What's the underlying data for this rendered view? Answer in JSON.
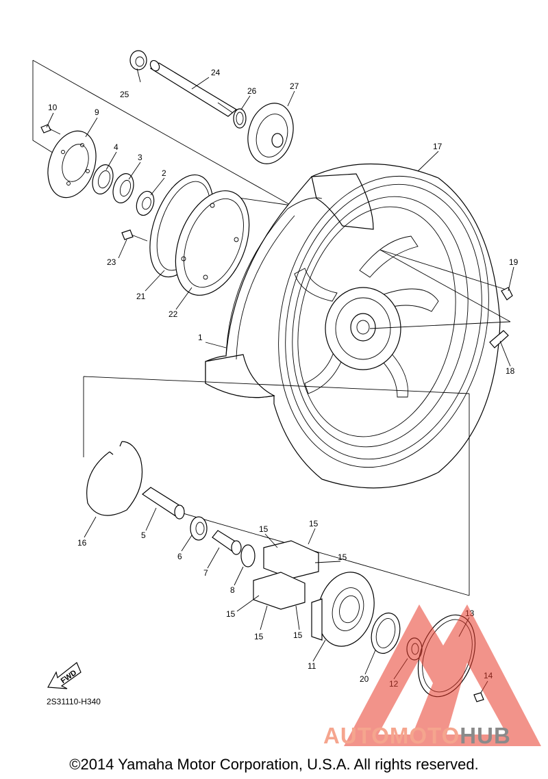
{
  "diagram": {
    "drawing_code": "2S31110-H340",
    "fwd_label": "FWD",
    "copyright": "©2014 Yamaha Motor Corporation, U.S.A. All rights reserved.",
    "watermark": {
      "auto": "AUTOMOTO",
      "hub": "HUB",
      "color_red": "#e83a2a",
      "color_gray": "#8a8a8a"
    },
    "callouts": [
      {
        "id": "c1",
        "label": "1"
      },
      {
        "id": "c2",
        "label": "2"
      },
      {
        "id": "c3",
        "label": "3"
      },
      {
        "id": "c4",
        "label": "4"
      },
      {
        "id": "c5",
        "label": "5"
      },
      {
        "id": "c6",
        "label": "6"
      },
      {
        "id": "c7",
        "label": "7"
      },
      {
        "id": "c8",
        "label": "8"
      },
      {
        "id": "c9",
        "label": "9"
      },
      {
        "id": "c10",
        "label": "10"
      },
      {
        "id": "c11",
        "label": "11"
      },
      {
        "id": "c12",
        "label": "12"
      },
      {
        "id": "c13",
        "label": "13"
      },
      {
        "id": "c14",
        "label": "14"
      },
      {
        "id": "c15a",
        "label": "15"
      },
      {
        "id": "c15b",
        "label": "15"
      },
      {
        "id": "c15c",
        "label": "15"
      },
      {
        "id": "c15d",
        "label": "15"
      },
      {
        "id": "c15e",
        "label": "15"
      },
      {
        "id": "c15f",
        "label": "15"
      },
      {
        "id": "c16",
        "label": "16"
      },
      {
        "id": "c17",
        "label": "17"
      },
      {
        "id": "c18",
        "label": "18"
      },
      {
        "id": "c19",
        "label": "19"
      },
      {
        "id": "c20",
        "label": "20"
      },
      {
        "id": "c21",
        "label": "21"
      },
      {
        "id": "c22",
        "label": "22"
      },
      {
        "id": "c23",
        "label": "23"
      },
      {
        "id": "c24",
        "label": "24"
      },
      {
        "id": "c25",
        "label": "25"
      },
      {
        "id": "c26",
        "label": "26"
      },
      {
        "id": "c27",
        "label": "27"
      }
    ]
  }
}
